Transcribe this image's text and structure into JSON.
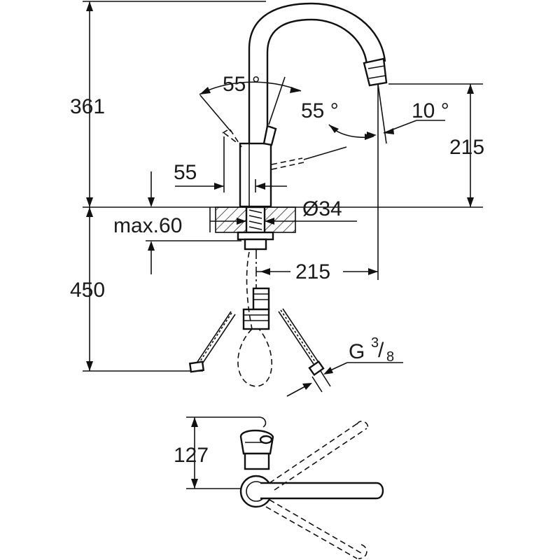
{
  "dimensions": {
    "height_top": "361",
    "spout_height": "215",
    "angle_left": "55 °",
    "angle_right": "55 °",
    "spout_tilt": "10 °",
    "lever_offset": "55",
    "hole_diameter": "Ø34",
    "deck_thickness": "max.60",
    "hose_length": "450",
    "spout_reach": "215",
    "thread_main": "G",
    "thread_num": "3",
    "thread_den": "8",
    "plan_depth": "127"
  }
}
